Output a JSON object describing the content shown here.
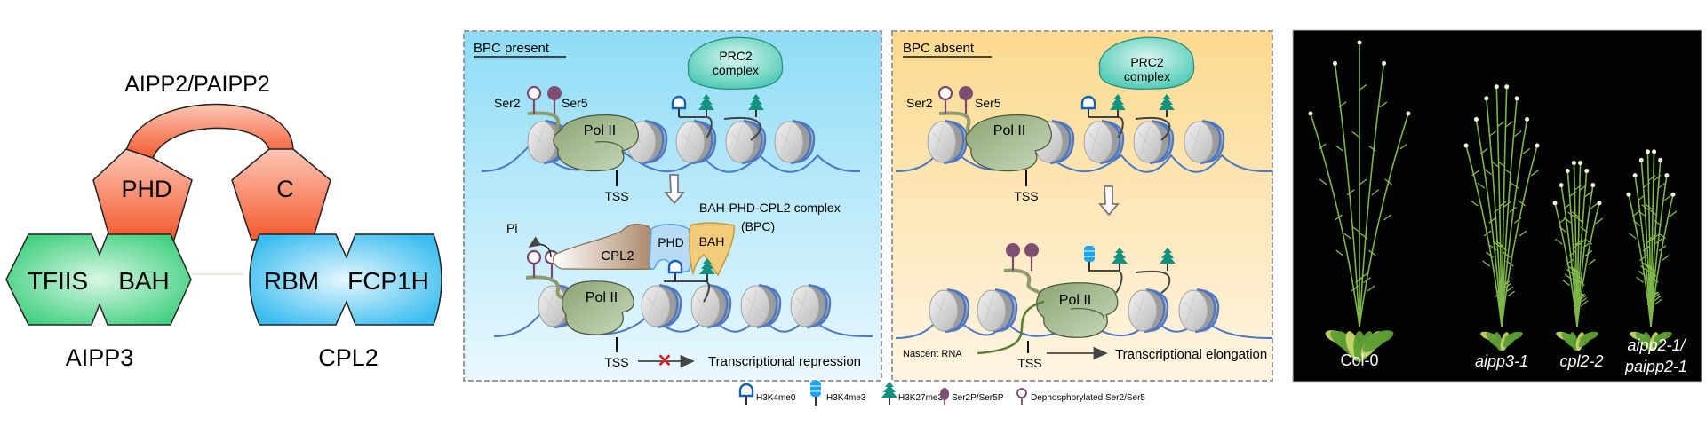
{
  "domain_panel": {
    "title": "AIPP2/PAIPP2",
    "domains": {
      "phd": "PHD",
      "c": "C",
      "tfiis": "TFIIS",
      "bah": "BAH",
      "rbm": "RBM",
      "fcp1h": "FCP1H"
    },
    "protein_labels": {
      "aipp3": "AIPP3",
      "cpl2": "CPL2"
    },
    "colors": {
      "aipp2_red": "#f4684a",
      "aipp3_green": "#3fcf7f",
      "cpl2_blue": "#3cbdf0"
    }
  },
  "bpc_present": {
    "title": "BPC present",
    "ser2": "Ser2",
    "ser5": "Ser5",
    "pol2": "Pol II",
    "prc2_line1": "PRC2",
    "prc2_line2": "complex",
    "tss_top": "TSS",
    "complex_label": "BAH-PHD-CPL2 complex",
    "complex_abbrev": "(BPC)",
    "pi": "Pi",
    "cpl2": "CPL2",
    "phd": "PHD",
    "bah": "BAH",
    "pol2_bottom": "Pol II",
    "tss_bottom": "TSS",
    "outcome": "Transcriptional repression",
    "background": "#8fdcf6"
  },
  "bpc_absent": {
    "title": "BPC absent",
    "ser2": "Ser2",
    "ser5": "Ser5",
    "pol2": "Pol II",
    "prc2_line1": "PRC2",
    "prc2_line2": "complex",
    "tss_top": "TSS",
    "pol2_bottom": "Pol II",
    "nascent_rna": "Nascent RNA",
    "tss_bottom": "TSS",
    "outcome": "Transcriptional elongation",
    "background": "#fde2a6"
  },
  "legend": [
    {
      "icon": "h3k4me0-icon",
      "label": "H3K4me0"
    },
    {
      "icon": "h3k4me3-icon",
      "label": "H3K4me3"
    },
    {
      "icon": "h3k27me3-icon",
      "label": "H3K27me3"
    },
    {
      "icon": "ser-phosphorylated-icon",
      "label": "Ser2P/Ser5P"
    },
    {
      "icon": "ser-dephosphorylated-icon",
      "label": "Dephosphorylated Ser2/Ser5"
    }
  ],
  "photo_panel": {
    "labels": [
      "Col-0",
      "aipp3-1",
      "cpl2-2",
      "aipp2-1/",
      "paipp2-1"
    ],
    "relative_heights": [
      1.0,
      0.85,
      0.58,
      0.62
    ]
  }
}
